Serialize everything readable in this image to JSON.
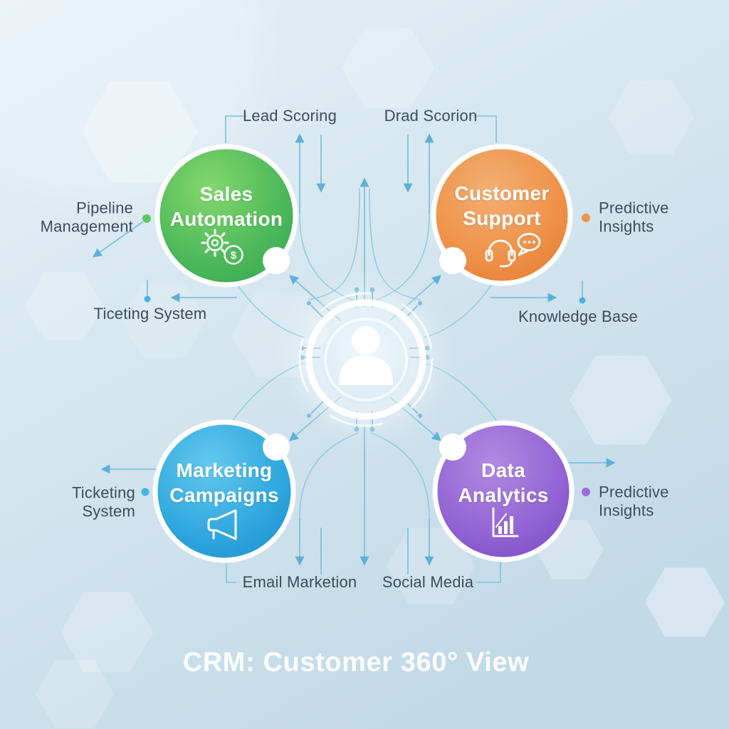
{
  "title": "CRM: Customer 360° View",
  "nodes": {
    "sales": {
      "line1": "Sales",
      "line2": "Automation",
      "icon": "gear-dollar-icon",
      "coin_symbol": "$"
    },
    "support": {
      "line1": "Customer",
      "line2": "Support",
      "icon": "headset-chat-icon"
    },
    "marketing": {
      "line1": "Marketing",
      "line2": "Campaigns",
      "icon": "megaphone-icon"
    },
    "analytics": {
      "line1": "Data",
      "line2": "Analytics",
      "icon": "bar-chart-icon"
    }
  },
  "center": {
    "icon": "person-icon"
  },
  "labels": {
    "lead_scoring": "Lead Scoring",
    "drad_scorion": "Drad Scorion",
    "pipeline_management": "Pipeline\nManagement",
    "predictive_insights_top": "Predictive\nInsights",
    "ticeting_system": "Ticeting System",
    "knowledge_base": "Knowledge Base",
    "ticketing_system": "Ticketing\nSystem",
    "predictive_insights_bottom": "Predictive\nInsights",
    "email_marketion": "Email Marketion",
    "social_media": "Social Media"
  },
  "colors": {
    "background_top": "#e6f0f7",
    "background_bottom": "#c2d9e8",
    "connector_line": "#85c6e0",
    "arrowhead": "#5fb0d6",
    "label_text": "#3c4c5e",
    "title_text": "#ffffff",
    "green_start": "#84d86d",
    "green_end": "#2fa24e",
    "green_dot": "#5fc75f",
    "orange_start": "#f3b075",
    "orange_end": "#e4702b",
    "orange_dot": "#f0954a",
    "blue_start": "#63c9ef",
    "blue_end": "#1a87cb",
    "blue_dot": "#45b3e8",
    "purple_start": "#b28ae2",
    "purple_end": "#7342bd",
    "purple_dot": "#9b6cdb"
  }
}
